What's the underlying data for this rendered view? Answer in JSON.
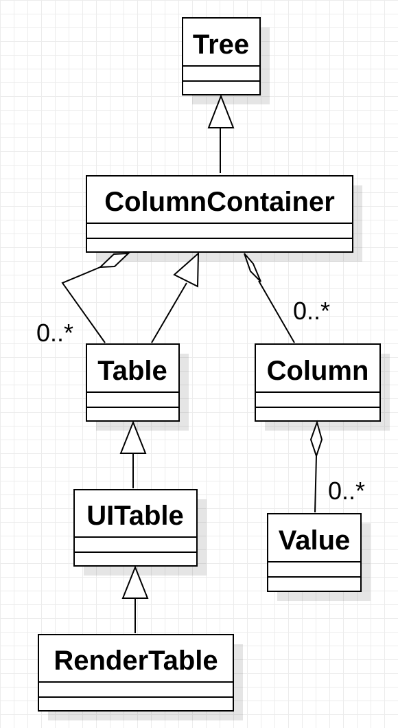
{
  "diagram": {
    "classes": {
      "tree": "Tree",
      "column_container": "ColumnContainer",
      "table": "Table",
      "column": "Column",
      "ui_table": "UITable",
      "value": "Value",
      "render_table": "RenderTable"
    },
    "multiplicities": {
      "container_table": "0..*",
      "container_column": "0..*",
      "column_value": "0..*"
    },
    "relationships": [
      {
        "from": "ColumnContainer",
        "to": "Tree",
        "type": "generalization"
      },
      {
        "from": "Table",
        "to": "ColumnContainer",
        "type": "generalization"
      },
      {
        "from": "UITable",
        "to": "Table",
        "type": "generalization"
      },
      {
        "from": "RenderTable",
        "to": "UITable",
        "type": "generalization"
      },
      {
        "from": "ColumnContainer",
        "to": "Table",
        "type": "aggregation",
        "multiplicity": "0..*"
      },
      {
        "from": "ColumnContainer",
        "to": "Column",
        "type": "aggregation",
        "multiplicity": "0..*"
      },
      {
        "from": "Column",
        "to": "Value",
        "type": "aggregation",
        "multiplicity": "0..*"
      }
    ]
  }
}
